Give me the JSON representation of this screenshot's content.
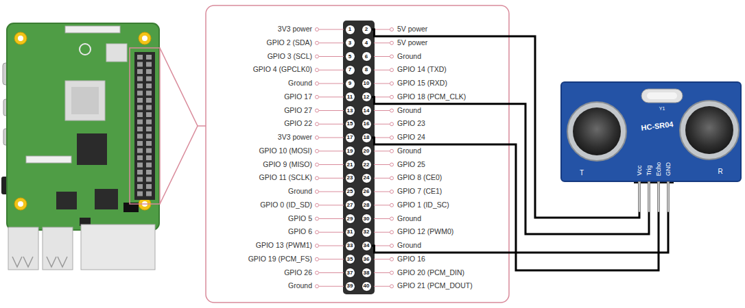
{
  "diagram": {
    "nodes": [
      {
        "text": [
          "1"
        ]
      },
      {
        "text": [
          "2"
        ]
      },
      {
        "text": [
          "3"
        ]
      },
      {
        "text": [
          "4"
        ]
      },
      {
        "text": [
          "5"
        ]
      },
      {
        "text": [
          "6"
        ]
      },
      {
        "text": [
          "7"
        ]
      },
      {
        "text": [
          "8"
        ]
      },
      {
        "text": [
          "9"
        ]
      },
      {
        "text": [
          "10"
        ]
      },
      {
        "text": [
          "11"
        ]
      },
      {
        "text": [
          "12"
        ]
      },
      {
        "text": [
          "13"
        ]
      },
      {
        "text": [
          "14"
        ]
      },
      {
        "text": [
          "15"
        ]
      },
      {
        "text": [
          "16"
        ]
      },
      {
        "text": [
          "17"
        ]
      },
      {
        "text": [
          "18"
        ]
      },
      {
        "text": [
          "19"
        ]
      },
      {
        "text": [
          "20"
        ]
      },
      {
        "text": [
          "21"
        ]
      },
      {
        "text": [
          "22"
        ]
      },
      {
        "text": [
          "23"
        ]
      },
      {
        "text": [
          "24"
        ]
      },
      {
        "text": [
          "25"
        ]
      },
      {
        "text": [
          "26"
        ]
      },
      {
        "text": [
          "27"
        ]
      },
      {
        "text": [
          "28"
        ]
      },
      {
        "text": [
          "29"
        ]
      },
      {
        "text": [
          "30"
        ]
      },
      {
        "text": [
          "31"
        ]
      },
      {
        "text": [
          "32"
        ]
      },
      {
        "text": [
          "33"
        ]
      },
      {
        "text": [
          "34"
        ]
      },
      {
        "text": [
          "35"
        ]
      },
      {
        "text": [
          "36"
        ]
      },
      {
        "text": [
          "37"
        ]
      },
      {
        "text": [
          "38"
        ]
      },
      {
        "text": [
          "39"
        ]
      },
      {
        "text": [
          "40"
        ]
      },
      {
        "text": [
          "Vcc"
        ]
      },
      {
        "text": [
          "Trig"
        ]
      },
      {
        "text": [
          "Echo"
        ]
      },
      {
        "text": [
          "GND"
        ]
      }
    ],
    "edges": [
      {
        "from": 1,
        "to": 40,
        "arrow": "none"
      },
      {
        "from": 11,
        "to": 41,
        "arrow": "none"
      },
      {
        "from": 17,
        "to": 42,
        "arrow": "none"
      },
      {
        "from": 33,
        "to": 43,
        "arrow": "none"
      }
    ],
    "labels": [
      "3V3 power",
      "5V power",
      "GPIO 2 (SDA)",
      "5V power",
      "GPIO 3 (SCL)",
      "Ground",
      "GPIO 4 (GPCLK0)",
      "GPIO 14 (TXD)",
      "Ground",
      "GPIO 15 (RXD)",
      "GPIO 17",
      "GPIO 18 (PCM_CLK)",
      "GPIO 27",
      "Ground",
      "GPIO 22",
      "GPIO 23",
      "3V3 power",
      "GPIO 24",
      "GPIO 10 (MOSI)",
      "Ground",
      "GPIO 9 (MISO)",
      "GPIO 25",
      "GPIO 11 (SCLK)",
      "GPIO 8 (CE0)",
      "Ground",
      "GPIO 7 (CE1)",
      "GPIO 0 (ID_SD)",
      "GPIO 1 (ID_SC)",
      "GPIO 5",
      "Ground",
      "GPIO 6",
      "GPIO 12 (PWM0)",
      "GPIO 13 (PWM1)",
      "Ground",
      "GPIO 19 (PCM_FS)",
      "GPIO 16",
      "GPIO 26",
      "GPIO 20 (PCM_DIN)",
      "Ground",
      "GPIO 21 (PCM_DOUT)",
      "Y1",
      "HC-SR04",
      "T",
      "R"
    ]
  }
}
